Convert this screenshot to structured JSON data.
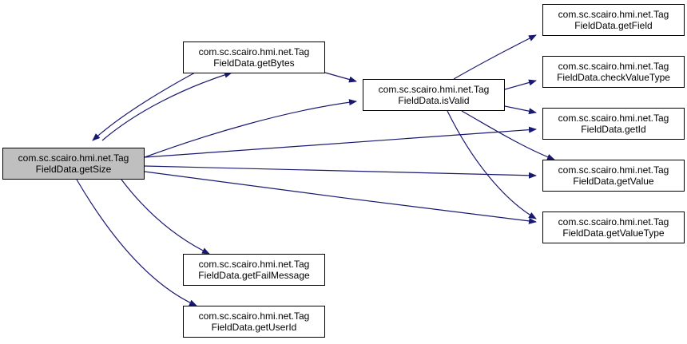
{
  "diagram": {
    "edge_color": "#191970",
    "root_fill": "#bfbfbf",
    "nodes": {
      "getSize": {
        "line1": "com.sc.scairo.hmi.net.Tag",
        "line2": "FieldData.getSize"
      },
      "getBytes": {
        "line1": "com.sc.scairo.hmi.net.Tag",
        "line2": "FieldData.getBytes"
      },
      "isValid": {
        "line1": "com.sc.scairo.hmi.net.Tag",
        "line2": "FieldData.isValid"
      },
      "getField": {
        "line1": "com.sc.scairo.hmi.net.Tag",
        "line2": "FieldData.getField"
      },
      "checkValueType": {
        "line1": "com.sc.scairo.hmi.net.Tag",
        "line2": "FieldData.checkValueType"
      },
      "getId": {
        "line1": "com.sc.scairo.hmi.net.Tag",
        "line2": "FieldData.getId"
      },
      "getValue": {
        "line1": "com.sc.scairo.hmi.net.Tag",
        "line2": "FieldData.getValue"
      },
      "getValueType": {
        "line1": "com.sc.scairo.hmi.net.Tag",
        "line2": "FieldData.getValueType"
      },
      "getFailMessage": {
        "line1": "com.sc.scairo.hmi.net.Tag",
        "line2": "FieldData.getFailMessage"
      },
      "getUserId": {
        "line1": "com.sc.scairo.hmi.net.Tag",
        "line2": "FieldData.getUserId"
      }
    },
    "edges": [
      {
        "from": "getSize",
        "to": "getBytes"
      },
      {
        "from": "getBytes",
        "to": "getSize"
      },
      {
        "from": "getSize",
        "to": "isValid"
      },
      {
        "from": "getSize",
        "to": "getId"
      },
      {
        "from": "getSize",
        "to": "getValue"
      },
      {
        "from": "getSize",
        "to": "getValueType"
      },
      {
        "from": "getSize",
        "to": "getFailMessage"
      },
      {
        "from": "getSize",
        "to": "getUserId"
      },
      {
        "from": "getBytes",
        "to": "isValid"
      },
      {
        "from": "isValid",
        "to": "getField"
      },
      {
        "from": "isValid",
        "to": "checkValueType"
      },
      {
        "from": "isValid",
        "to": "getId"
      },
      {
        "from": "isValid",
        "to": "getValue"
      },
      {
        "from": "isValid",
        "to": "getValueType"
      }
    ]
  }
}
